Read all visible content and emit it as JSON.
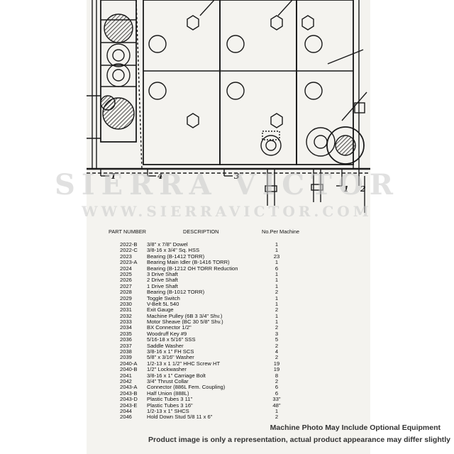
{
  "watermark": {
    "brand": "SIERRA VICTOR",
    "site": "WWW.SIERRAVICTOR.COM"
  },
  "drawing": {
    "callouts": [
      "1",
      "4",
      "3",
      "1",
      "2"
    ]
  },
  "parts_table": {
    "headers": {
      "part_number": "PART NUMBER",
      "description": "DESCRIPTION",
      "qty": "No.Per Machine"
    },
    "rows": [
      {
        "pn": "2022-B",
        "desc": "3/8\" x 7/8\" Dowel",
        "qty": "1"
      },
      {
        "pn": "2022-C",
        "desc": "3/8-16 x 3/4\" Sq. HSS",
        "qty": "1"
      },
      {
        "pn": "2023",
        "desc": "Bearing (B-1412 TORR)",
        "qty": "23"
      },
      {
        "pn": "2023-A",
        "desc": "Bearing Main Idler (B-1416 TORR)",
        "qty": "1"
      },
      {
        "pn": "2024",
        "desc": "Bearing (B-1212 OH TORR Reduction",
        "qty": "6"
      },
      {
        "pn": "2025",
        "desc": "3 Drive Shaft",
        "qty": "1"
      },
      {
        "pn": "2026",
        "desc": "2 Drive Shaft",
        "qty": "1"
      },
      {
        "pn": "2027",
        "desc": "1 Drive Shaft",
        "qty": "1"
      },
      {
        "pn": "2028",
        "desc": "Bearing (B-1012 TORR)",
        "qty": "2"
      },
      {
        "pn": "2029",
        "desc": "Toggle Switch",
        "qty": "1"
      },
      {
        "pn": "2030",
        "desc": "V-Belt 5L 540",
        "qty": "1"
      },
      {
        "pn": "2031",
        "desc": "Exit Gauge",
        "qty": "2"
      },
      {
        "pn": "2032",
        "desc": "Machine Pulley (6B 3 3/4\" Shv.)",
        "qty": "1"
      },
      {
        "pn": "2033",
        "desc": "Motor Sheave (BC 30 5/8\" Shv.)",
        "qty": "1"
      },
      {
        "pn": "2034",
        "desc": "BX Connector 1/2\"",
        "qty": "2"
      },
      {
        "pn": "2035",
        "desc": "Woodruff Key #9",
        "qty": "3"
      },
      {
        "pn": "2036",
        "desc": "5/16-18 x 5/16\" SSS",
        "qty": "5"
      },
      {
        "pn": "2037",
        "desc": "Saddle Washer",
        "qty": "2"
      },
      {
        "pn": "2038",
        "desc": "3/8-16 x 1\" FH SCS",
        "qty": "4"
      },
      {
        "pn": "2039",
        "desc": "5/8\" x 3/16\" Washer",
        "qty": "2"
      },
      {
        "pn": "2040-A",
        "desc": "1/2-13 x 1 1/2\" HHC Screw HT",
        "qty": "19"
      },
      {
        "pn": "2040-B",
        "desc": "1/2\" Lockwasher",
        "qty": "19"
      },
      {
        "pn": "2041",
        "desc": "3/8-16 x 1\" Carriage Bolt",
        "qty": "8"
      },
      {
        "pn": "2042",
        "desc": "3/4\" Thrust Collar",
        "qty": "2"
      },
      {
        "pn": "2043-A",
        "desc": "Connector (886L Fem. Coupling)",
        "qty": "6"
      },
      {
        "pn": "2043-B",
        "desc": "Half Union (888L)",
        "qty": "6"
      },
      {
        "pn": "2043-D",
        "desc": "Plastic Tubes 3  11\"",
        "qty": "33\""
      },
      {
        "pn": "2043-E",
        "desc": "Plastic Tubes 3  16\"",
        "qty": "48\""
      },
      {
        "pn": "2044",
        "desc": "1/2-13 x 1\" SHCS",
        "qty": "1"
      },
      {
        "pn": "2046",
        "desc": "Hold Down Stud 5/8 11 x 6\"",
        "qty": "2"
      }
    ]
  },
  "notes": {
    "optional_equipment": "Machine Photo May Include Optional Equipment",
    "disclaimer": "Product image is only a representation, actual product appearance may differ slightly"
  }
}
